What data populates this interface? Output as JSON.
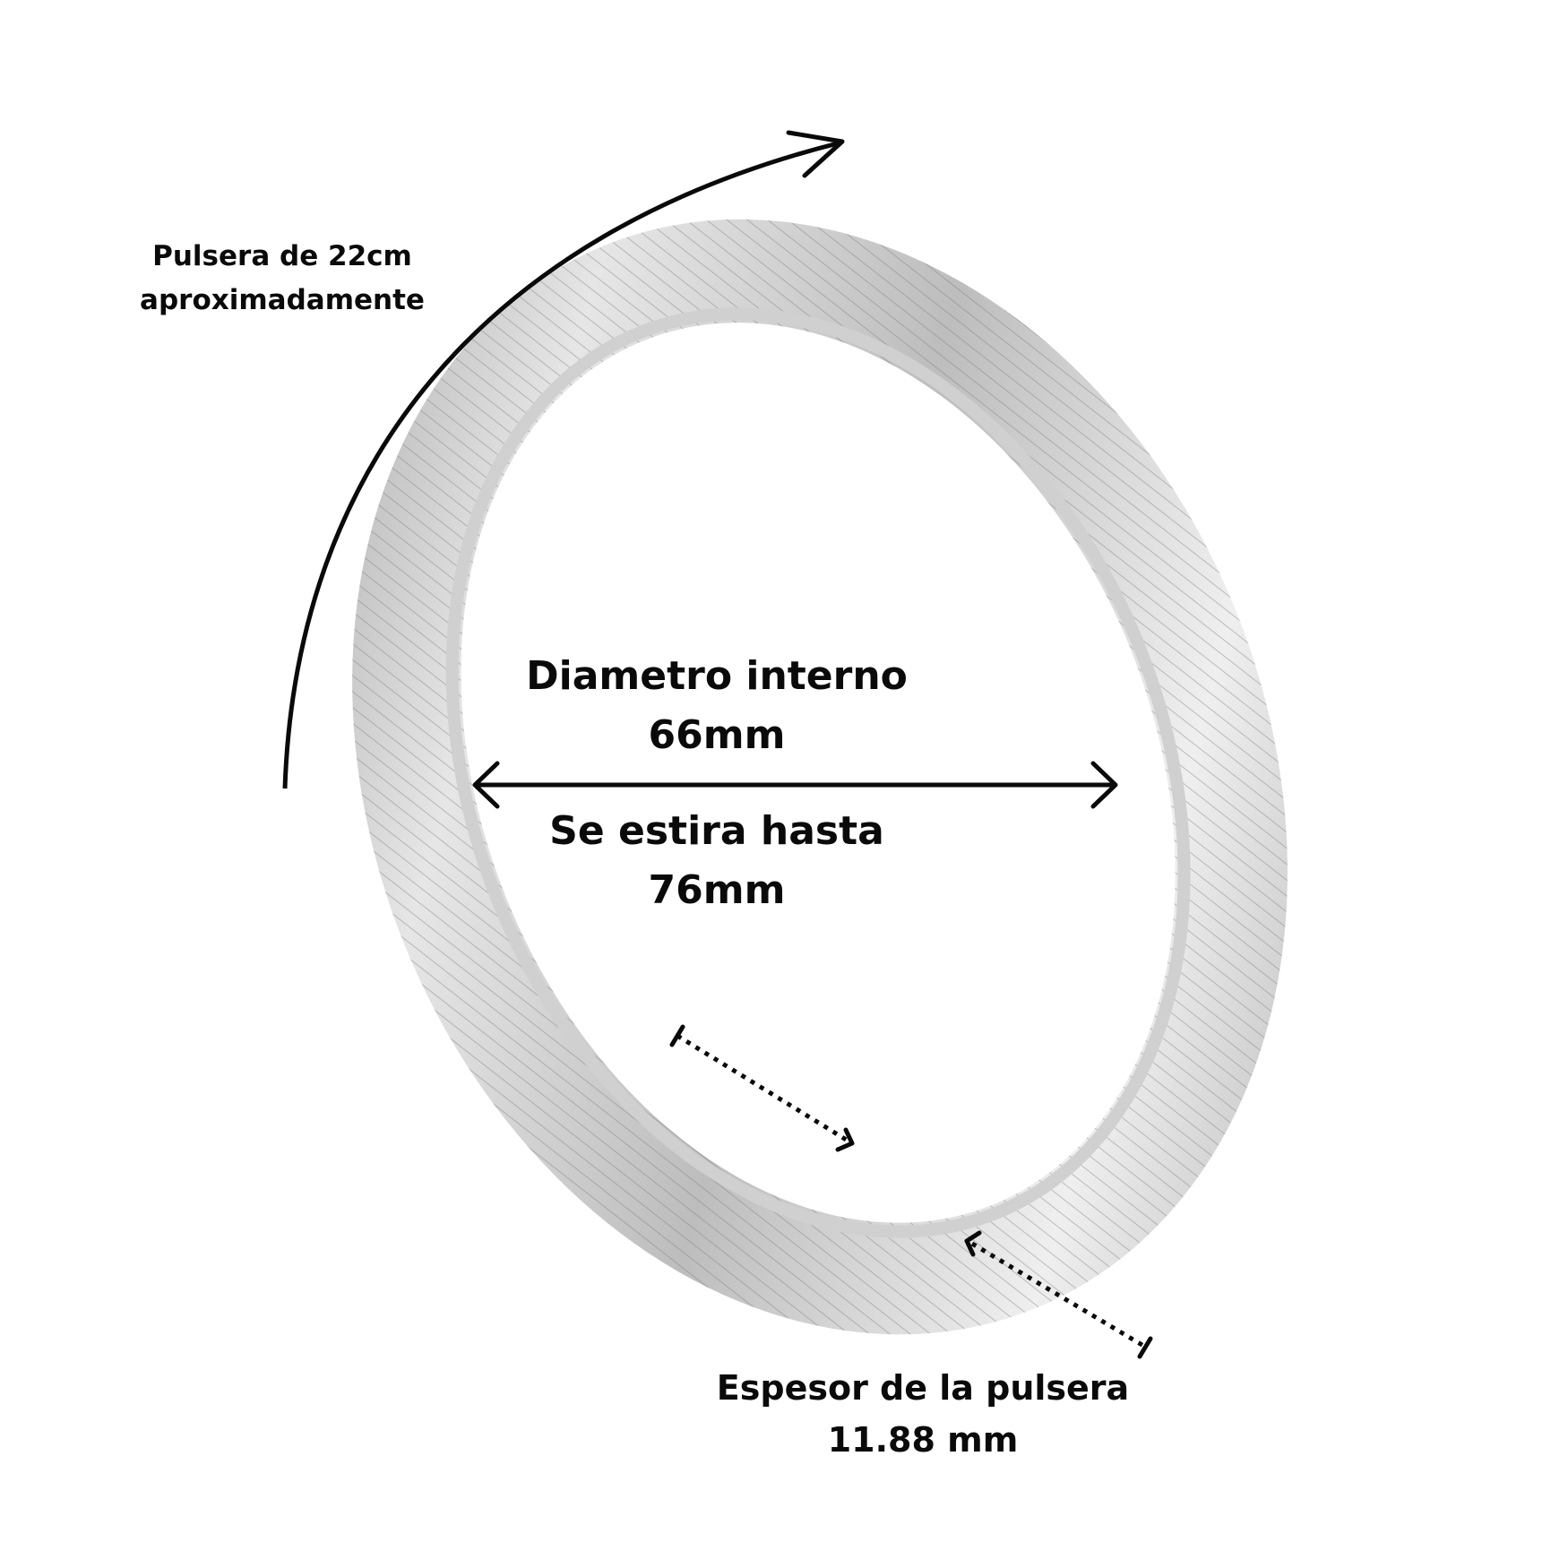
{
  "diagram": {
    "subject": "stretchable silver snake-chain bracelet",
    "colors": {
      "background": "#ffffff",
      "annotation": "#0a0a0a",
      "metal_light": "#f4f4f4",
      "metal_mid": "#c9c9c9",
      "metal_dark": "#8a8a8a"
    },
    "labels": {
      "length": {
        "line1": "Pulsera de 22cm",
        "line2": "aproximadamente"
      },
      "inner_diameter": {
        "line1": "Diametro interno",
        "line2": "66mm"
      },
      "stretch": {
        "line1": "Se estira hasta",
        "line2": "76mm"
      },
      "thickness": {
        "line1": "Espesor de la pulsera",
        "line2": "11.88 mm"
      }
    },
    "annotations": [
      {
        "type": "curved-arrow",
        "meaning": "bracelet length ~22cm"
      },
      {
        "type": "double-arrow",
        "meaning": "inner diameter 66mm, stretches to 76mm"
      },
      {
        "type": "dotted-arrow-pair",
        "meaning": "bracelet thickness 11.88 mm"
      }
    ]
  }
}
